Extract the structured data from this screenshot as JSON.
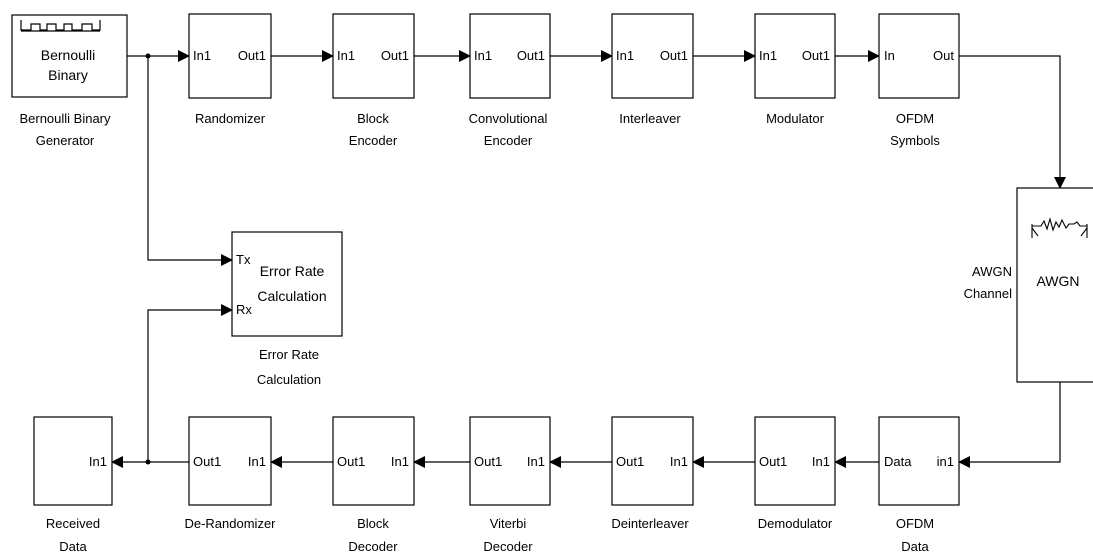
{
  "blocks": {
    "bernoulli": {
      "inner_line1": "Bernoulli",
      "inner_line2": "Binary",
      "label_line1": "Bernoulli Binary",
      "label_line2": "Generator"
    },
    "randomizer": {
      "in": "In1",
      "out": "Out1",
      "label_line1": "Randomizer"
    },
    "block_encoder": {
      "in": "In1",
      "out": "Out1",
      "label_line1": "Block",
      "label_line2": "Encoder"
    },
    "conv_encoder": {
      "in": "In1",
      "out": "Out1",
      "label_line1": "Convolutional",
      "label_line2": "Encoder"
    },
    "interleaver": {
      "in": "In1",
      "out": "Out1",
      "label_line1": "Interleaver"
    },
    "modulator": {
      "in": "In1",
      "out": "Out1",
      "label_line1": "Modulator"
    },
    "ofdm_symbols": {
      "in": "In",
      "out": "Out",
      "label_line1": "OFDM",
      "label_line2": "Symbols"
    },
    "awgn": {
      "inner": "AWGN",
      "label_line1": "AWGN",
      "label_line2": "Channel"
    },
    "error_rate": {
      "in_tx": "Tx",
      "in_rx": "Rx",
      "inner_line1": "Error Rate",
      "inner_line2": "Calculation",
      "label_line1": "Error Rate",
      "label_line2": "Calculation"
    },
    "received": {
      "in": "In1",
      "label_line1": "Received",
      "label_line2": "Data"
    },
    "derandomizer": {
      "in": "In1",
      "out": "Out1",
      "label_line1": "De-Randomizer"
    },
    "block_decoder": {
      "in": "In1",
      "out": "Out1",
      "label_line1": "Block",
      "label_line2": "Decoder"
    },
    "viterbi": {
      "in": "In1",
      "out": "Out1",
      "label_line1": "Viterbi",
      "label_line2": "Decoder"
    },
    "deinterleaver": {
      "in": "In1",
      "out": "Out1",
      "label_line1": "Deinterleaver"
    },
    "demodulator": {
      "in": "In1",
      "out": "Out1",
      "label_line1": "Demodulator"
    },
    "ofdm_data": {
      "in": "in1",
      "out": "Data",
      "label_line1": "OFDM",
      "label_line2": "Data"
    }
  }
}
